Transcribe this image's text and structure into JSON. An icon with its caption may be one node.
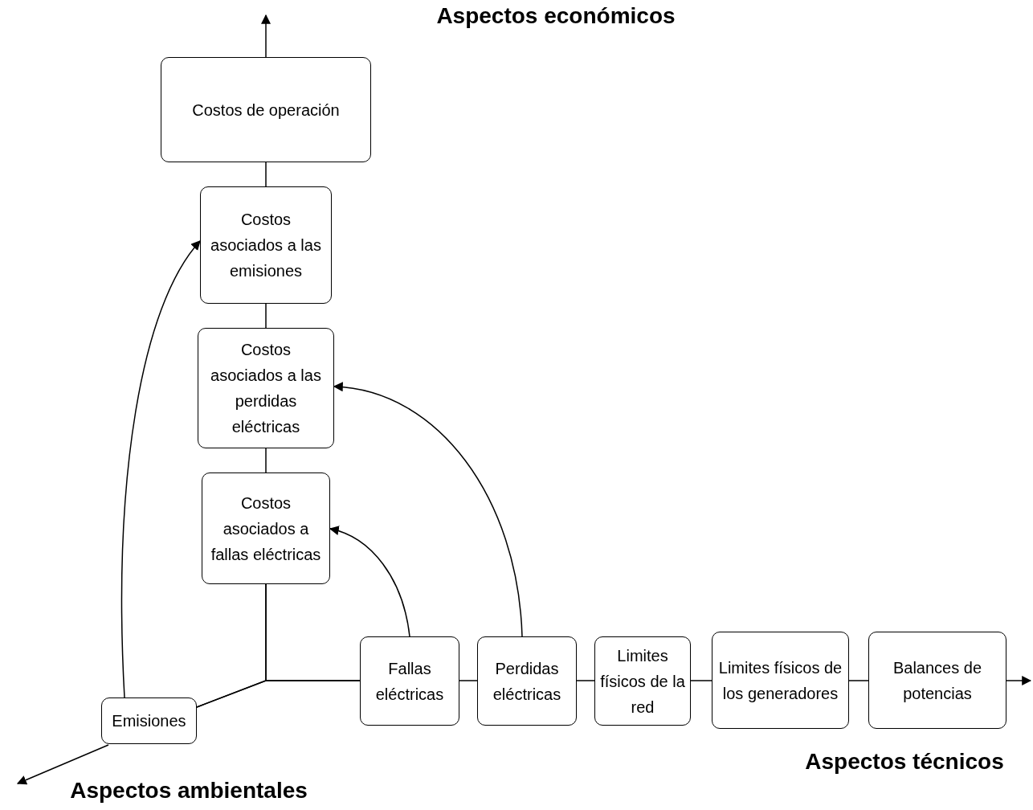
{
  "diagram": {
    "nodes": [
      {
        "text": [
          "Costos de operación"
        ]
      },
      {
        "text": [
          "Costos asociados a las emisiones"
        ]
      },
      {
        "text": [
          "Costos asociados a las perdidas eléctricas"
        ]
      },
      {
        "text": [
          "Costos asociados a fallas eléctricas"
        ]
      },
      {
        "text": [
          "Fallas eléctricas"
        ]
      },
      {
        "text": [
          "Perdidas eléctricas"
        ]
      },
      {
        "text": [
          "Limites físicos de la red"
        ]
      },
      {
        "text": [
          "Limites físicos de los generadores"
        ]
      },
      {
        "text": [
          "Balances de potencias"
        ]
      },
      {
        "text": [
          "Emisiones"
        ]
      }
    ],
    "edges": [
      {
        "from": 0,
        "to": null,
        "arrow": "to"
      },
      {
        "from": 1,
        "to": 0,
        "arrow": "none"
      },
      {
        "from": 2,
        "to": 1,
        "arrow": "none"
      },
      {
        "from": 3,
        "to": 2,
        "arrow": "none"
      },
      {
        "from": 3,
        "to": 4,
        "arrow": "none"
      },
      {
        "from": 3,
        "to": 9,
        "arrow": "none"
      },
      {
        "from": 4,
        "to": 9,
        "arrow": "none"
      },
      {
        "from": 4,
        "to": 5,
        "arrow": "none"
      },
      {
        "from": 5,
        "to": 6,
        "arrow": "none"
      },
      {
        "from": 6,
        "to": 7,
        "arrow": "none"
      },
      {
        "from": 7,
        "to": 8,
        "arrow": "none"
      },
      {
        "from": 8,
        "to": null,
        "arrow": "to"
      },
      {
        "from": 9,
        "to": null,
        "arrow": "to"
      },
      {
        "from": 9,
        "to": 1,
        "arrow": "to"
      },
      {
        "from": 5,
        "to": 2,
        "arrow": "to"
      },
      {
        "from": 4,
        "to": 3,
        "arrow": "to"
      }
    ],
    "labels": [
      "Aspectos económicos",
      "Aspectos técnicos",
      "Aspectos ambientales"
    ]
  }
}
